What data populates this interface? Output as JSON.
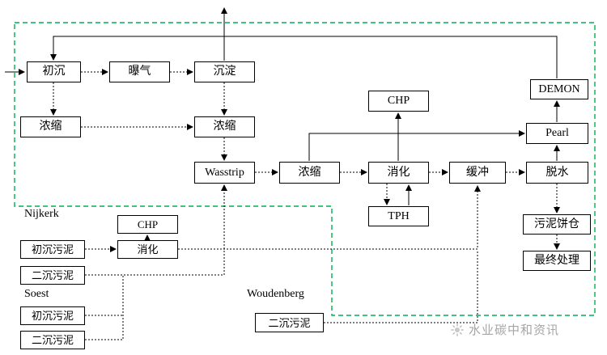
{
  "nodes": {
    "primary_settling": "初沉",
    "aeration": "曝气",
    "sedimentation": "沉淀",
    "thickening_1": "浓缩",
    "thickening_2": "浓缩",
    "thickening_3": "浓缩",
    "chp_main": "CHP",
    "demon": "DEMON",
    "pearl": "Pearl",
    "wasstrip": "Wasstrip",
    "digestion_main": "消化",
    "buffer": "缓冲",
    "dewatering": "脱水",
    "tph": "TPH",
    "sludge_cake_silo": "污泥饼仓",
    "final_disposal": "最终处理"
  },
  "external_plants": {
    "nijkerk": {
      "name": "Nijkerk",
      "primary_sludge": "初沉污泥",
      "chp": "CHP",
      "digestion": "消化",
      "secondary_sludge": "二沉污泥"
    },
    "soest": {
      "name": "Soest",
      "primary_sludge": "初沉污泥",
      "secondary_sludge": "二沉污泥"
    },
    "woudenberg": {
      "name": "Woudenberg",
      "secondary_sludge": "二沉污泥"
    }
  },
  "watermark": {
    "text": "水业碳中和资讯",
    "icon": "sun-icon"
  },
  "colors": {
    "boundary": "#00b050",
    "line": "#000000",
    "watermark": "#a6a6a6"
  }
}
